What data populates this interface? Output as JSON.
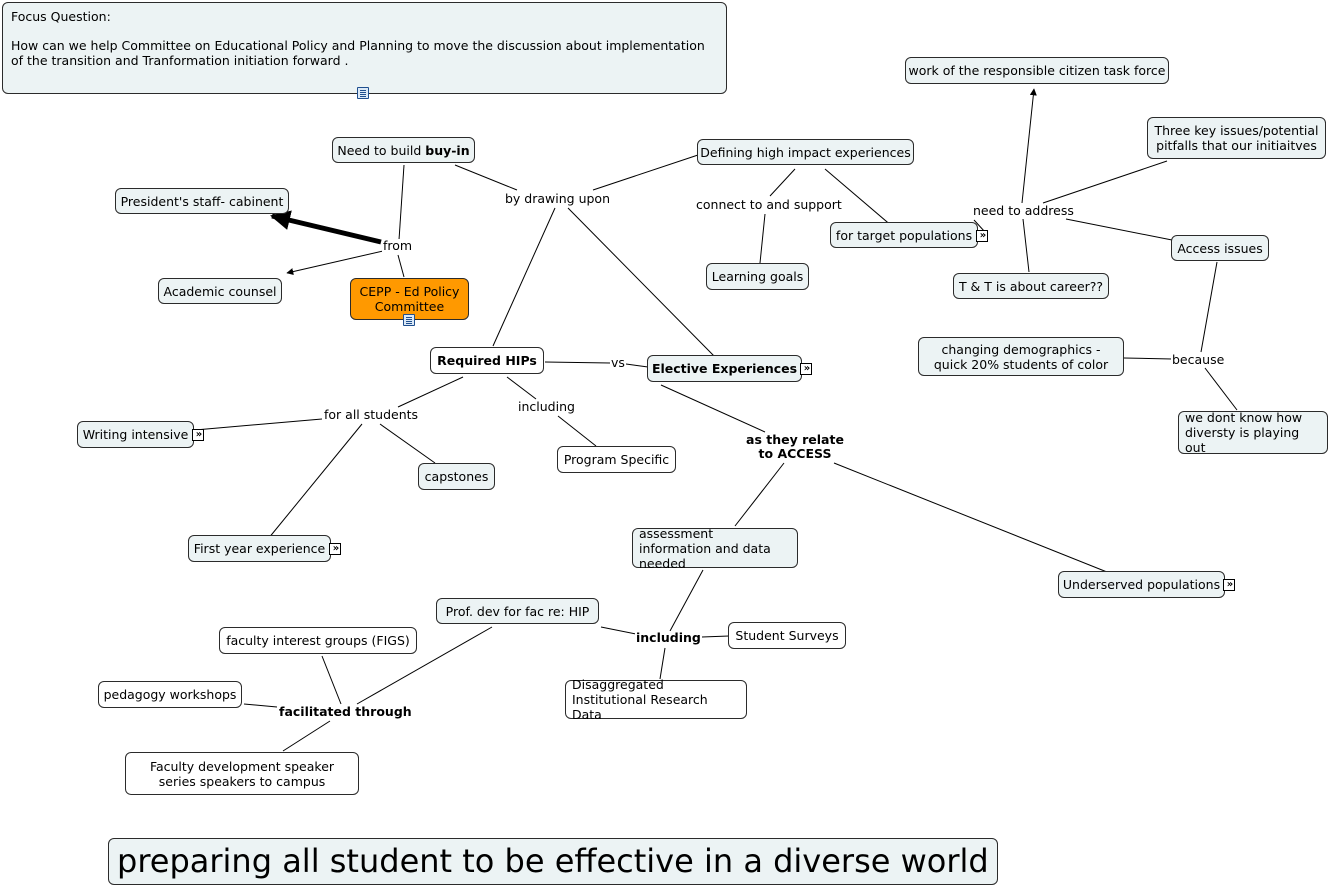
{
  "focus": {
    "heading": "Focus Question:",
    "question": "How can we help Committee on Educational Policy and Planning to move the discussion about implementation of the transition and Tranformation initiation forward ."
  },
  "concepts": {
    "buyin_prefix": "Need to build ",
    "buyin_bold": "buy-in",
    "presidents_staff": "President's staff- cabinent",
    "academic_counsel": "Academic counsel",
    "cepp": "CEPP - Ed Policy Committee",
    "defining_hie": "Defining high impact experiences",
    "learning_goals": "Learning goals",
    "target_populations": "for target populations",
    "required_hips": "Required HIPs",
    "elective_experiences": "Elective Experiences",
    "writing_intensive": "Writing intensive",
    "capstones": "capstones",
    "program_specific": "Program Specific",
    "first_year": "First year experience",
    "assessment_info": "assessment information and data needed",
    "prof_dev": "Prof. dev for fac re: HIP",
    "student_surveys": "Student Surveys",
    "disaggregated": "Disaggregated Institutional Research Data",
    "figs": "faculty interest groups (FIGS)",
    "pedagogy": "pedagogy workshops",
    "speaker_series": "Faculty development speaker series speakers to campus",
    "underserved": "Underserved populations",
    "responsible_citizen": "work of the responsible citizen task force",
    "three_key": "Three key issues/potential pitfalls that our initiaitves",
    "access_issues": "Access issues",
    "tt_career": "T & T is about career??",
    "demographics": "changing demographics - quick 20% students of color",
    "diversity": "we dont know how diversty is playing out"
  },
  "links": {
    "from": "from",
    "by_drawing_upon": "by drawing upon",
    "connect_support": "connect to and support",
    "vs": "vs",
    "for_all_students": "for all students",
    "including_1": "including",
    "as_they_relate": "as they relate to ACCESS",
    "including_2": "including",
    "facilitated_through": "facilitated through",
    "need_to_address": "need to address",
    "because": "because"
  },
  "title": "preparing all student to be effective in a diverse world"
}
